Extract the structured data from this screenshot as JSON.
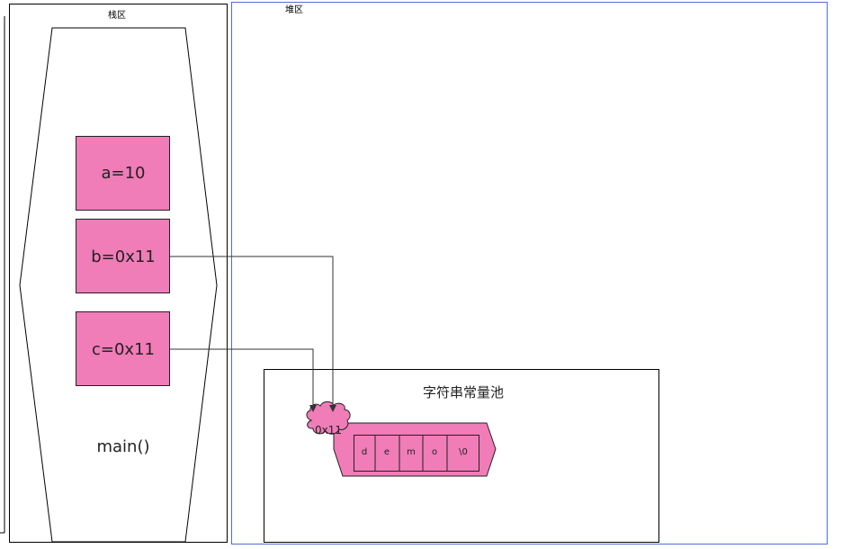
{
  "colors": {
    "stack_border": "#000000",
    "heap_border": "#4c6fd6",
    "variable_fill": "#f07cb8",
    "variable_stroke": "#222222",
    "arrow": "#333333"
  },
  "stack": {
    "title": "栈区",
    "frame_label": "main()",
    "variables": [
      {
        "label": "a=10"
      },
      {
        "label": "b=0x11"
      },
      {
        "label": "c=0x11"
      }
    ]
  },
  "heap": {
    "title": "堆区",
    "string_pool": {
      "title": "字符串常量池",
      "address": "0x11",
      "chars": [
        "d",
        "e",
        "m",
        "o",
        "\\0"
      ]
    }
  }
}
